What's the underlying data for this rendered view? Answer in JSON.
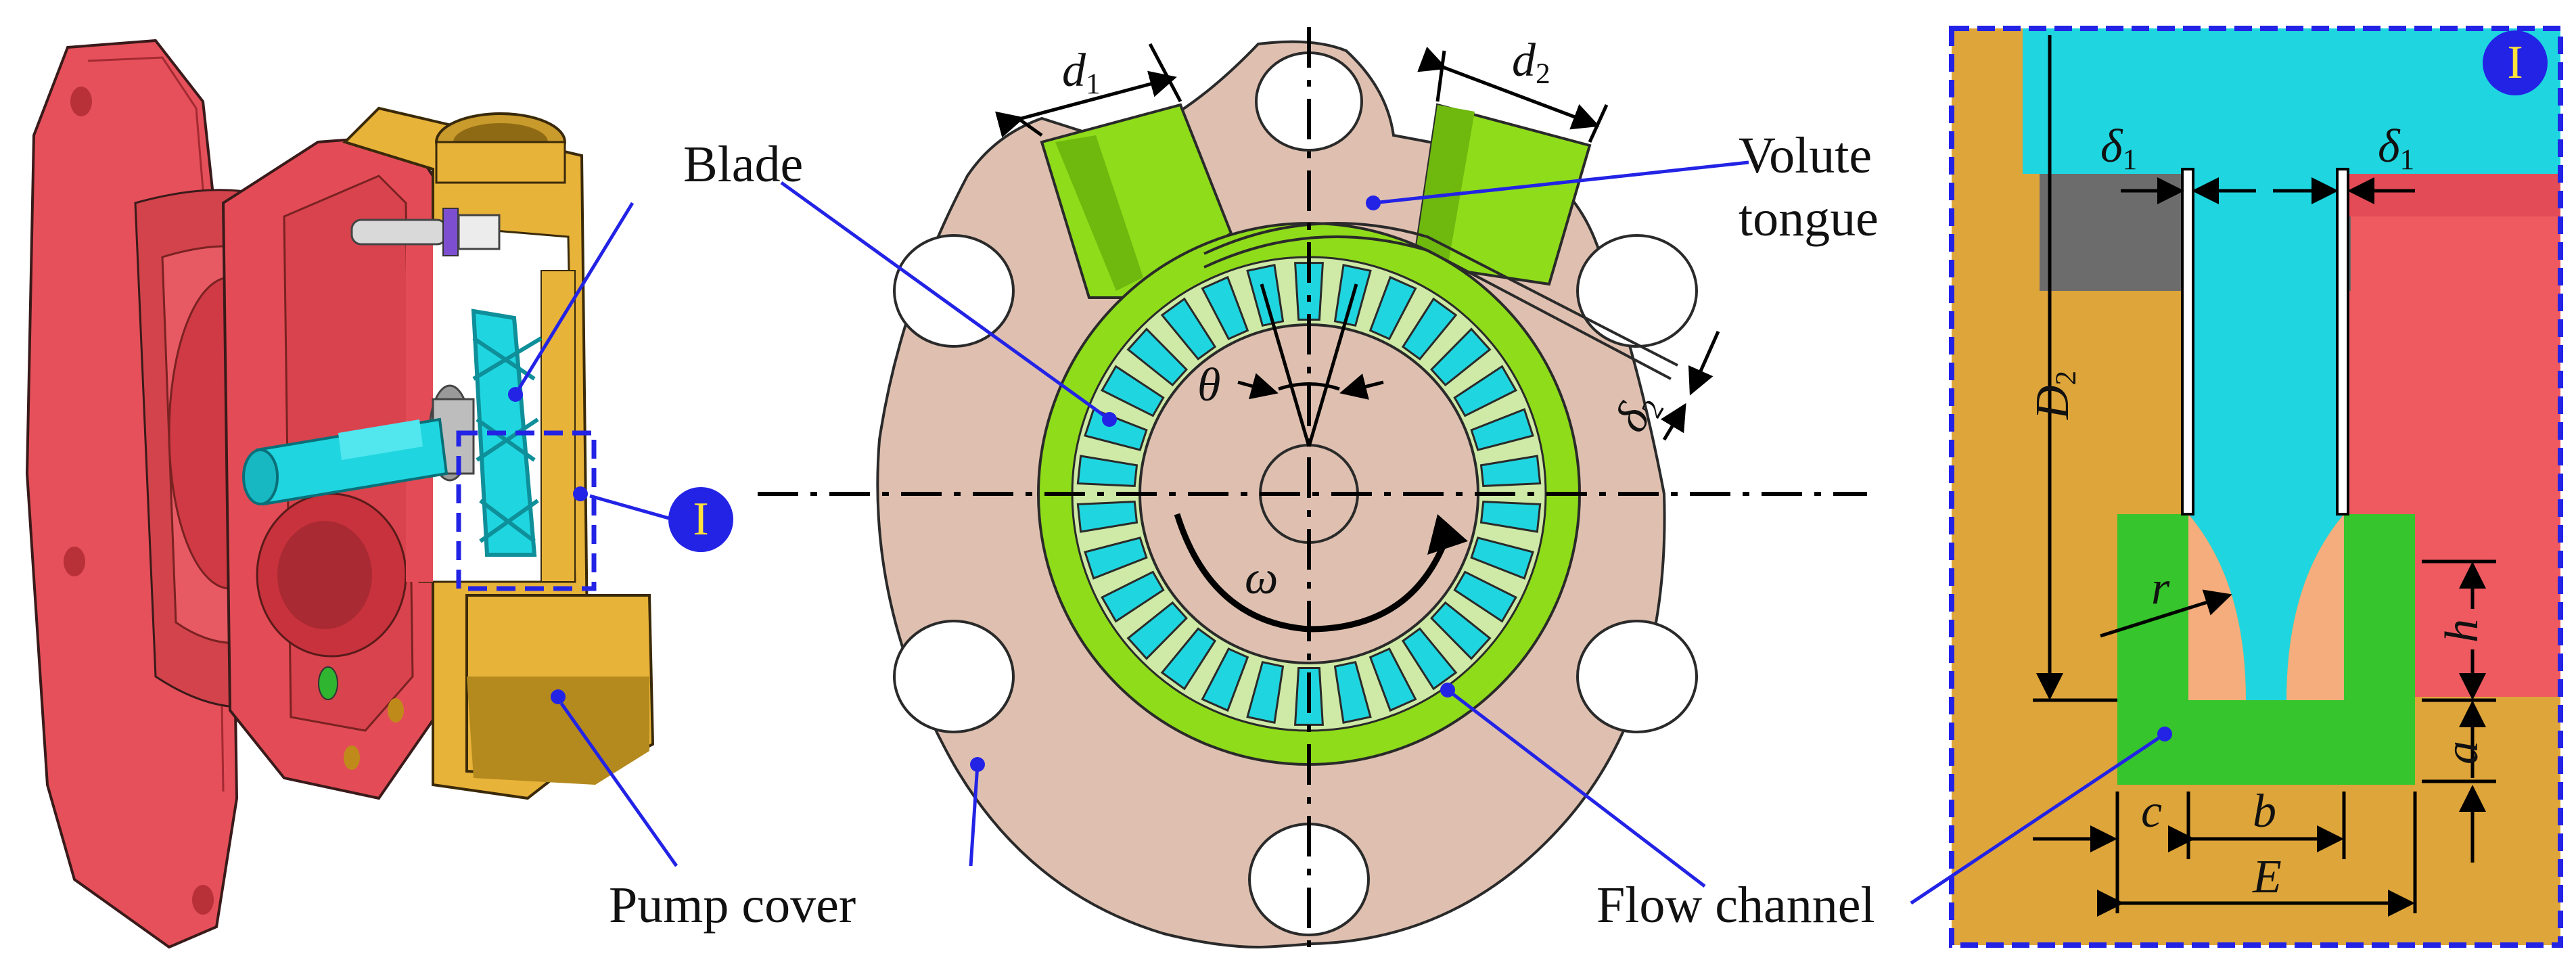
{
  "labels": {
    "blade": "Blade",
    "volute_tongue_line1": "Volute",
    "volute_tongue_line2": "tongue",
    "pump_cover": "Pump cover",
    "flow_channel": "Flow channel",
    "detail_marker": "I",
    "detail_badge": "I"
  },
  "symbols": {
    "d1": "d",
    "d1_sub": "1",
    "d2": "d",
    "d2_sub": "2",
    "theta": "θ",
    "omega": "ω",
    "delta2": "δ",
    "delta2_sub": "2",
    "delta1_left": "δ",
    "delta1_left_sub": "1",
    "delta1_right": "δ",
    "delta1_right_sub": "1",
    "D2": "D",
    "D2_sub": "2",
    "r": "r",
    "h": "h",
    "a": "a",
    "c": "c",
    "b": "b",
    "E": "E"
  },
  "colors": {
    "housing_red": "#e6505a",
    "housing_gold": "#e8b339",
    "cover_pink": "#dfc0b0",
    "pipe_green": "#8fdc1a",
    "channel_green": "#36c52c",
    "blade_cyan": "#1fd6e0",
    "detail_gold": "#dea53a",
    "detail_grey": "#6c6c6c",
    "detail_peach": "#f5ad7d",
    "leader_blue": "#2323e6"
  }
}
